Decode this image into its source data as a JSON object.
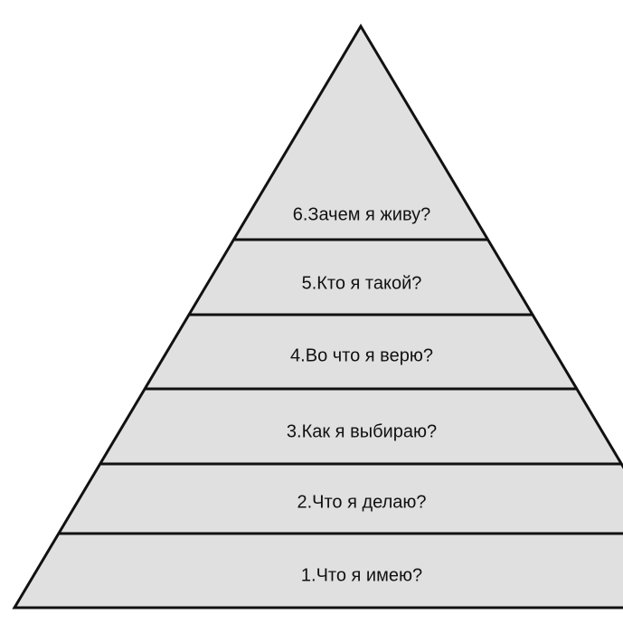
{
  "diagram": {
    "type": "pyramid",
    "fill_color": "#e0e0e0",
    "stroke_color": "#111111",
    "levels": [
      {
        "label": "6.Зачем я живу?"
      },
      {
        "label": "5.Кто я такой?"
      },
      {
        "label": "4.Во что я верю?"
      },
      {
        "label": "3.Как я выбираю?"
      },
      {
        "label": "2.Что я делаю?"
      },
      {
        "label": "1.Что я имею?"
      }
    ]
  }
}
